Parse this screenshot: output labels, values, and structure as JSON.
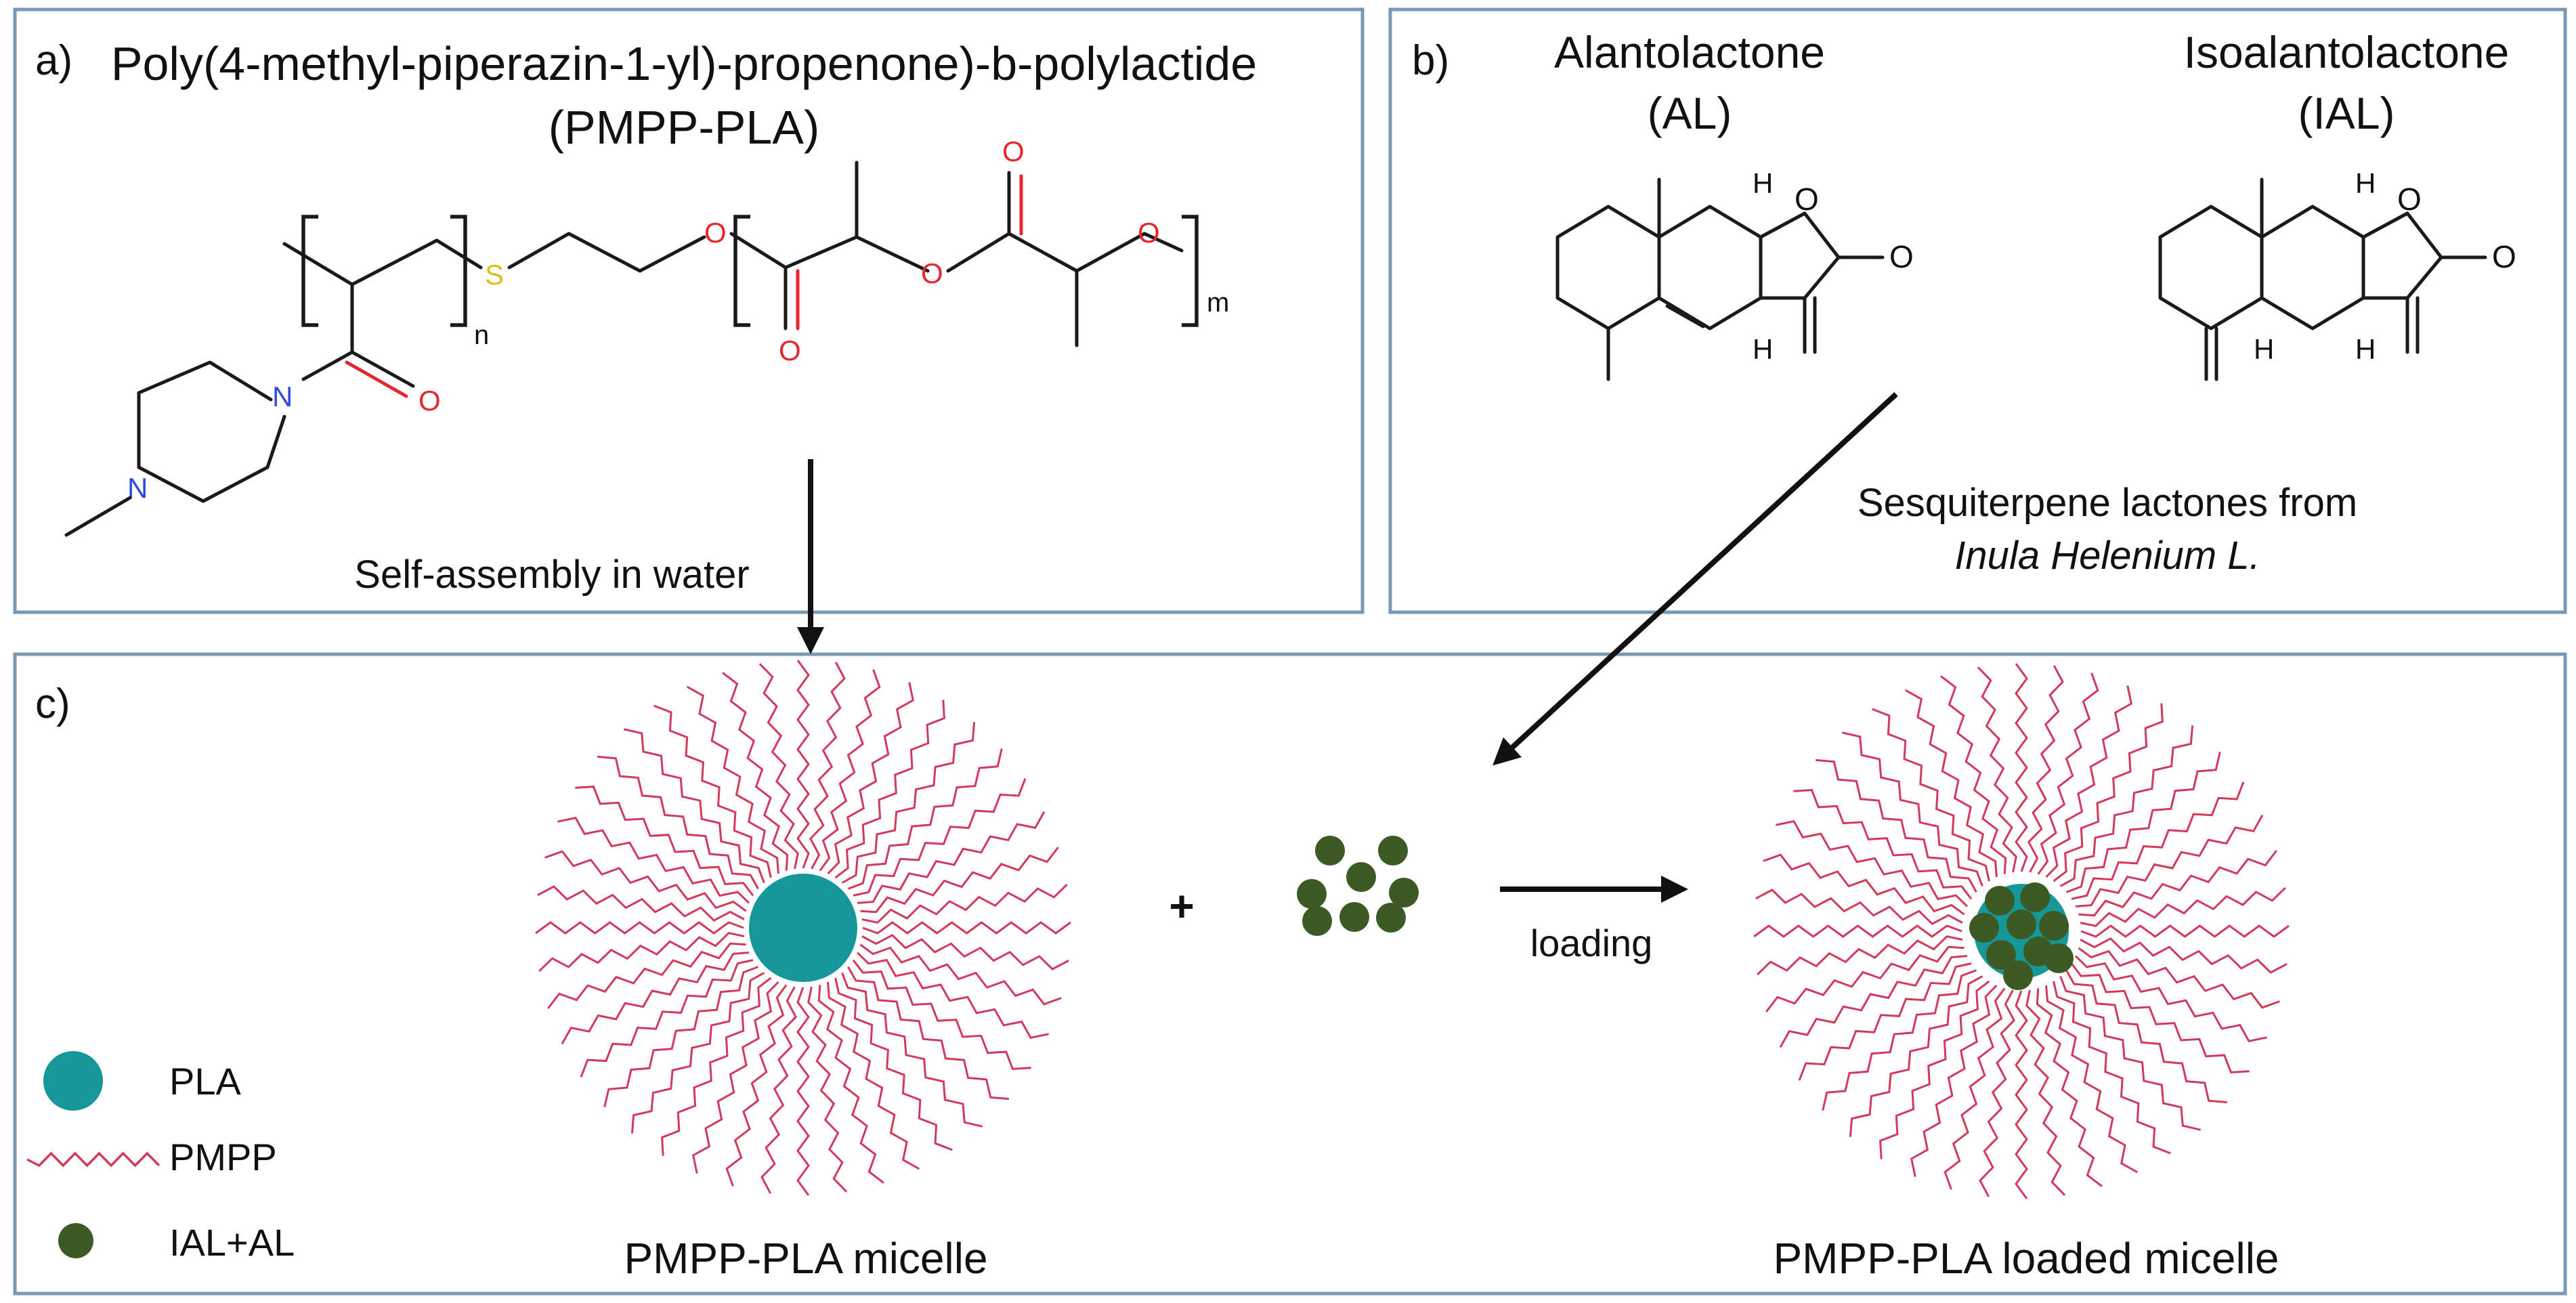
{
  "panel_a": {
    "label": "a)",
    "title": "Poly(4-methyl-piperazin-1-yl)-propenone)-b-polylactide",
    "abbreviation": "(PMPP-PLA)",
    "note": "Self-assembly in water",
    "atoms": {
      "S": "S",
      "O": "O",
      "N": "N",
      "n": "n",
      "m": "m"
    }
  },
  "panel_b": {
    "label": "b)",
    "compound1": {
      "name": "Alantolactone",
      "abbr": "(AL)"
    },
    "compound2": {
      "name": "Isoalantolactone",
      "abbr": "(IAL)"
    },
    "atoms": {
      "H": "H",
      "O": "O"
    },
    "note_line1": "Sesquiterpene lactones from",
    "note_line2": "Inula Helenium L."
  },
  "panel_c": {
    "label": "c)",
    "plus": "+",
    "arrow_label": "loading",
    "micelle_label": "PMPP-PLA micelle",
    "loaded_micelle_label": "PMPP-PLA loaded micelle",
    "legend": [
      {
        "label": "PLA"
      },
      {
        "label": "PMPP"
      },
      {
        "label": "IAL+AL"
      }
    ]
  },
  "colors": {
    "frame": "#7a97b6",
    "pla_core": "#16979a",
    "pmpp_chain": "#d23a5c",
    "drug": "#3c5a24",
    "oxygen": "#e8262b",
    "nitrogen": "#2c4be0",
    "sulfur": "#d8c21a"
  }
}
